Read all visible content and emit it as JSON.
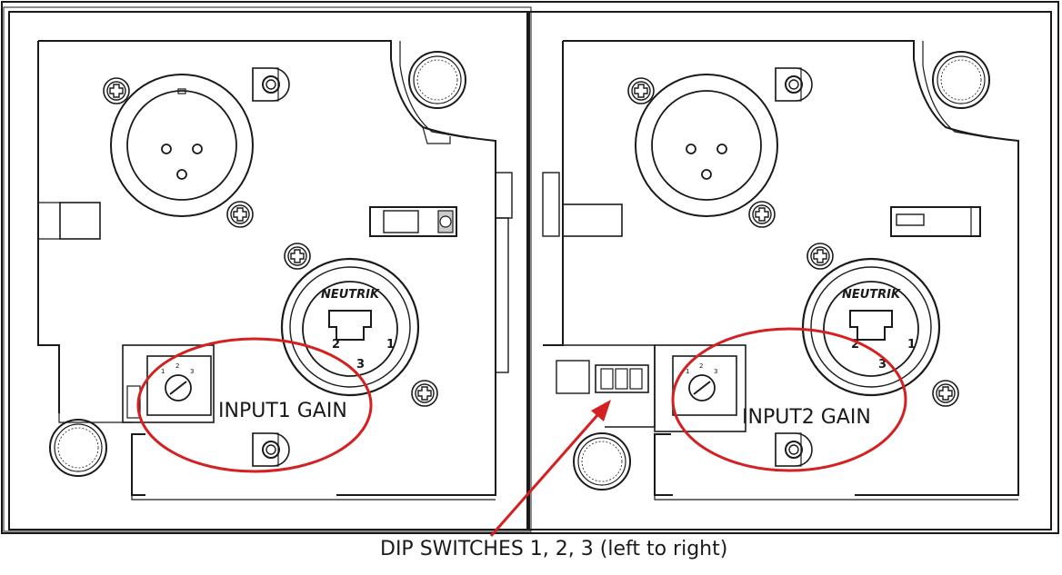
{
  "labels": {
    "input1_gain": "INPUT1 GAIN",
    "input2_gain": "INPUT2 GAIN",
    "dip_switches": "DIP SWITCHES 1, 2, 3 (left to right)"
  },
  "connector_brand": "NEUTRIK",
  "pin_labels": [
    "2",
    "1",
    "3"
  ],
  "trim_marks": [
    "1",
    "2",
    "3"
  ],
  "colors": {
    "line": "#1a1a1a",
    "annotation": "#d42020",
    "background": "#ffffff"
  }
}
